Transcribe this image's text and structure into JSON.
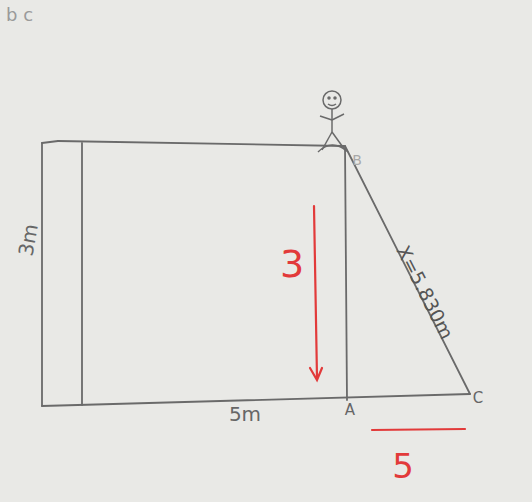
{
  "diagram": {
    "labels": [
      "b c",
      "3m",
      "5m",
      "A",
      "B",
      "C",
      "X=5.830m",
      "3",
      "5"
    ]
  }
}
